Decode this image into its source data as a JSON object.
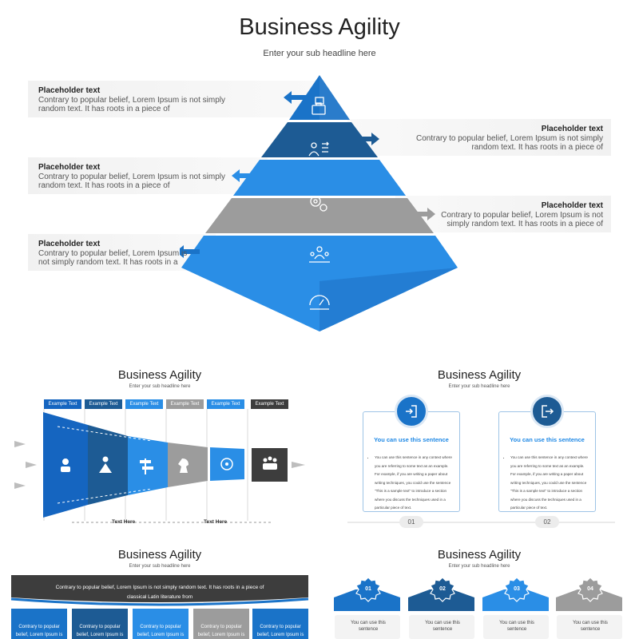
{
  "hero": {
    "title": "Business Agility",
    "subtitle": "Enter your sub headline here",
    "blocks": [
      {
        "heading": "Placeholder text",
        "line1": "Contrary to popular belief, Lorem Ipsum is not simply",
        "line2": "random text. It has roots in a piece of"
      },
      {
        "heading": "Placeholder text",
        "line1": "Contrary to popular belief, Lorem Ipsum is not simply",
        "line2": "random text. It has roots in a piece of"
      },
      {
        "heading": "Placeholder text",
        "line1": "Contrary to popular belief, Lorem Ipsum is not simply",
        "line2": "random text. It has roots in a piece of"
      },
      {
        "heading": "Placeholder text",
        "line1": "Contrary to popular belief, Lorem Ipsum is not",
        "line2": "simply random text. It has roots in a piece of"
      },
      {
        "heading": "Placeholder text",
        "line1": "Contrary to popular belief, Lorem Ipsum is",
        "line2": "not simply random text. It has roots in a"
      }
    ],
    "layer_icons": [
      "briefcase-document-icon",
      "person-arrows-icon",
      "gears-icon",
      "team-icon",
      "speedometer-icon"
    ],
    "colors": {
      "layer1": "#1a73c8",
      "layer2": "#1d5b94",
      "layer3": "#2a8ee6",
      "layer4": "#9c9c9c",
      "layer5": "#2a8ee6"
    }
  },
  "panel_funnel": {
    "title": "Business Agility",
    "subtitle": "Enter your sub headline here",
    "labels": [
      "Example Text",
      "Example Text",
      "Example Text",
      "Example Text",
      "Example Text",
      "Example Text"
    ],
    "label_colors": [
      "#1565c0",
      "#1d5b94",
      "#2a8ee6",
      "#9c9c9c",
      "#2a8ee6",
      "#3d3d3d"
    ],
    "footer": [
      "Text Here",
      "Text Here"
    ],
    "icons": [
      "user-icon",
      "person-balance-icon",
      "signpost-icon",
      "chess-knight-icon",
      "target-icon",
      "group-icon"
    ]
  },
  "panel_cards": {
    "title": "Business Agility",
    "subtitle": "Enter your sub headline here",
    "cards": [
      {
        "number": "01",
        "icon": "sign-in-icon",
        "title": "You can use this sentence",
        "lines": [
          "You can use this sentence in any context where",
          "you are referring to some text as an example.",
          "For example, if you are writing a paper about",
          "writing techniques, you could use the sentence",
          "\"This is a sample text\" to introduce a section",
          "where you discuss the techniques used in a",
          "particular piece of text."
        ]
      },
      {
        "number": "02",
        "icon": "sign-out-icon",
        "title": "You can use this sentence",
        "lines": [
          "You can use this sentence in any context where",
          "you are referring to some text as an example.",
          "For example, if you are writing a paper about",
          "writing techniques, you could use the sentence",
          "\"This is a sample text\" to introduce a section",
          "where you discuss the techniques used in a",
          "particular piece of text."
        ]
      }
    ]
  },
  "panel_arch": {
    "title": "Business Agility",
    "subtitle": "Enter your sub headline here",
    "banner_line1": "Contrary to popular belief, Lorem Ipsum is not simply random text. It has roots in a piece of",
    "banner_line2": "classical Latin literature from",
    "columns": [
      {
        "line1": "Contrary to popular",
        "line2": "belief, Lorem Ipsum is"
      },
      {
        "line1": "Contrary to popular",
        "line2": "belief, Lorem Ipsum is"
      },
      {
        "line1": "Contrary to popular",
        "line2": "belief, Lorem Ipsum is"
      },
      {
        "line1": "Contrary to popular",
        "line2": "belief, Lorem Ipsum is"
      },
      {
        "line1": "Contrary to popular",
        "line2": "belief, Lorem Ipsum is"
      }
    ],
    "column_colors": [
      "#1a73c8",
      "#1d5b94",
      "#2a8ee6",
      "#9c9c9c",
      "#1a73c8"
    ]
  },
  "panel_steps": {
    "title": "Business Agility",
    "subtitle": "Enter your sub headline here",
    "steps": [
      {
        "number": "01",
        "line1": "You can use this",
        "line2": "sentence"
      },
      {
        "number": "02",
        "line1": "You can use this",
        "line2": "sentence"
      },
      {
        "number": "03",
        "line1": "You can use this",
        "line2": "sentence"
      },
      {
        "number": "04",
        "line1": "You can use this",
        "line2": "sentence"
      }
    ],
    "step_colors": [
      "#1a73c8",
      "#1d5b94",
      "#2a8ee6",
      "#9c9c9c"
    ]
  }
}
